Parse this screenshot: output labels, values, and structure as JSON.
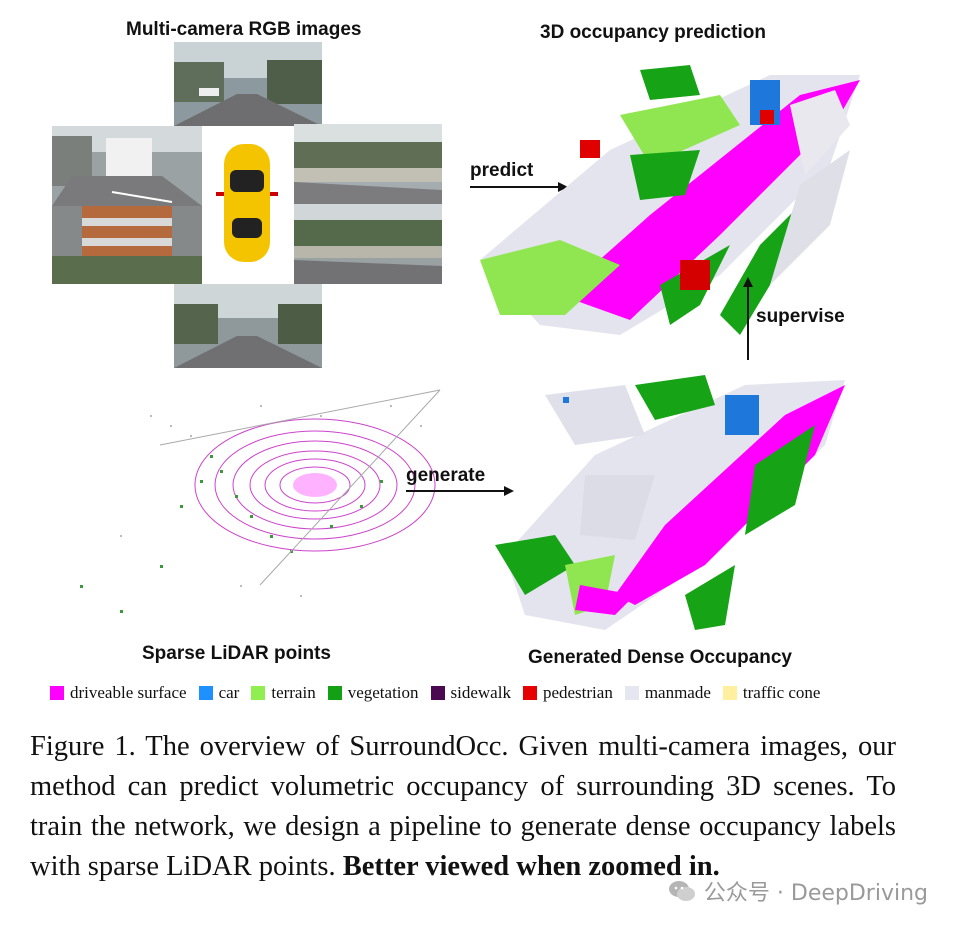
{
  "figure": {
    "panels": {
      "camera_title": "Multi-camera RGB images",
      "prediction_title": "3D occupancy prediction",
      "lidar_title": "Sparse LiDAR points",
      "dense_title": "Generated Dense Occupancy"
    },
    "arrows": {
      "predict": "predict",
      "supervise": "supervise",
      "generate": "generate"
    },
    "legend": [
      {
        "label": "driveable surface",
        "color": "#ff00ff"
      },
      {
        "label": "car",
        "color": "#1e90ff"
      },
      {
        "label": "terrain",
        "color": "#90ee50"
      },
      {
        "label": "vegetation",
        "color": "#14a014"
      },
      {
        "label": "sidewalk",
        "color": "#4b0a50"
      },
      {
        "label": "pedestrian",
        "color": "#e60000"
      },
      {
        "label": "manmade",
        "color": "#e6e6f0"
      },
      {
        "label": "traffic cone",
        "color": "#fff0a0"
      }
    ]
  },
  "caption": {
    "text": "Figure 1. The overview of SurroundOcc. Given multi-camera images, our method can predict volumetric occupancy of surrounding 3D scenes. To train the network, we design a pipeline to generate dense occupancy labels with sparse LiDAR points. ",
    "bold": "Better viewed when zoomed in."
  },
  "watermark": {
    "text": "公众号 · DeepDriving"
  }
}
